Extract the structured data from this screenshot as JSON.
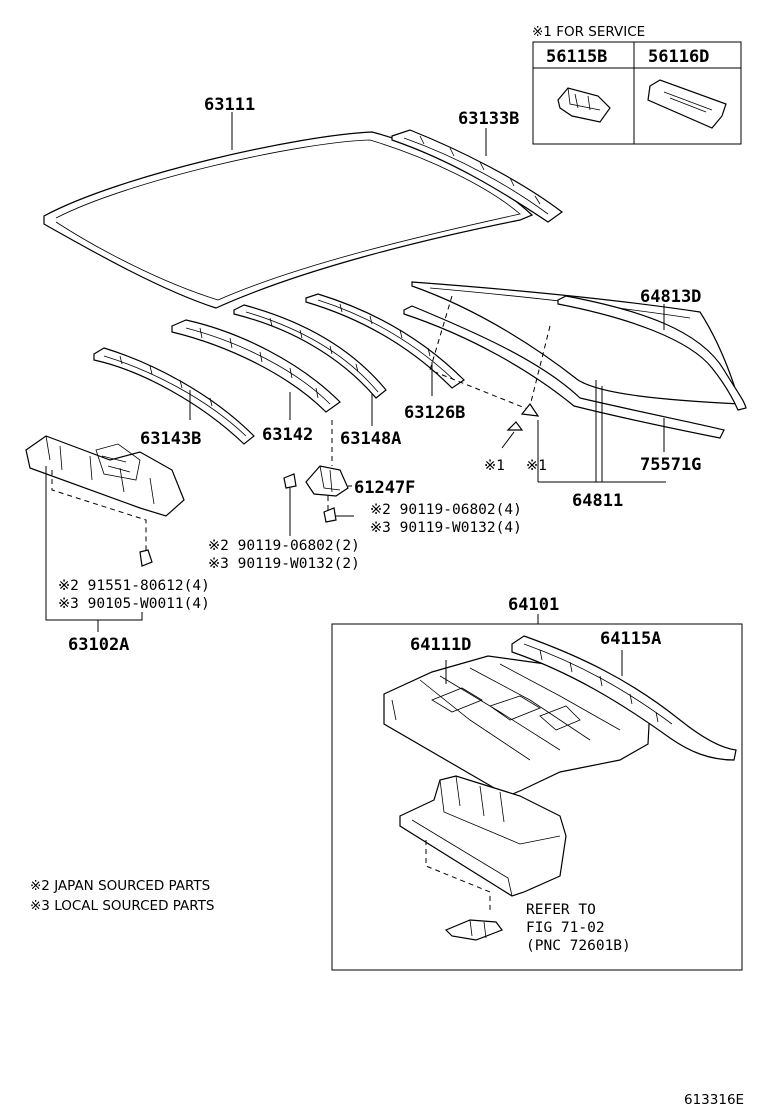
{
  "service_box": {
    "title": "※1 FOR SERVICE",
    "col1": "56115B",
    "col2": "56116D"
  },
  "labels": {
    "roof_panel": "63111",
    "rail_top_right": "63133B",
    "rail_1": "63143B",
    "rail_2": "63142",
    "rail_3": "63148A",
    "rail_4": "63126B",
    "back_glass_seal": "64813D",
    "back_glass": "64811",
    "glass_moulding": "75571G",
    "clip_mark_a": "※1",
    "clip_mark_b": "※1",
    "bracket": "61247F",
    "bolt_right_1": "※2 90119-06802(4)",
    "bolt_right_2": "※3 90119-W0132(4)",
    "bolt_left_1": "※2 90119-06802(2)",
    "bolt_left_2": "※3 90119-W0132(2)",
    "clip_1": "※2 91551-80612(4)",
    "clip_2": "※3 90105-W0011(4)",
    "front_header": "63102A",
    "rear_panel_assy": "64101",
    "package_tray": "64111D",
    "rear_upper": "64115A",
    "refer_1": "REFER TO",
    "refer_2": "FIG 71-02",
    "refer_3": "(PNC 72601B)",
    "note_japan": "※2 JAPAN SOURCED PARTS",
    "note_local": "※3 LOCAL SOURCED PARTS",
    "figure_code": "613316E"
  }
}
